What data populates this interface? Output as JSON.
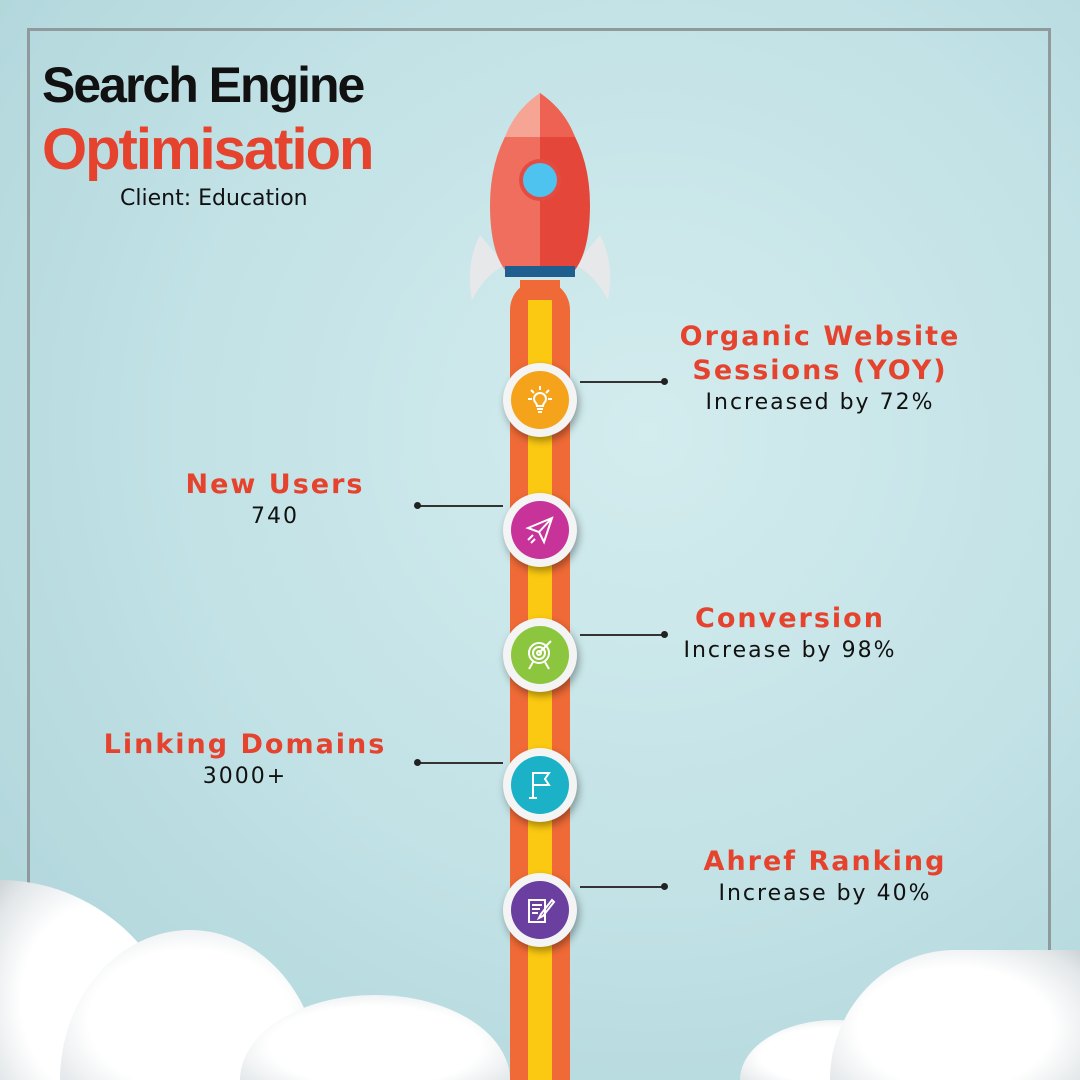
{
  "header": {
    "title_line1": "Search Engine",
    "title_line2": "Optimisation",
    "client": "Client: Education"
  },
  "colors": {
    "accent": "#e5432e",
    "trunk_outer": "#ef6a36",
    "trunk_inner": "#fcc912"
  },
  "milestones": [
    {
      "icon": "lightbulb-icon",
      "color": "#f5a31a",
      "title": "Organic Website Sessions (YOY)",
      "title_l1": "Organic Website",
      "title_l2": "Sessions (YOY)",
      "value": "Increased by 72%"
    },
    {
      "icon": "paper-plane-icon",
      "color": "#c8339a",
      "title": "New Users",
      "value": "740"
    },
    {
      "icon": "target-icon",
      "color": "#8cc63e",
      "title": "Conversion",
      "value": "Increase by 98%"
    },
    {
      "icon": "flag-icon",
      "color": "#1bb2c8",
      "title": "Linking Domains",
      "value": "3000+"
    },
    {
      "icon": "edit-document-icon",
      "color": "#6a3fa0",
      "title": "Ahref Ranking",
      "value": "Increase by 40%"
    }
  ]
}
